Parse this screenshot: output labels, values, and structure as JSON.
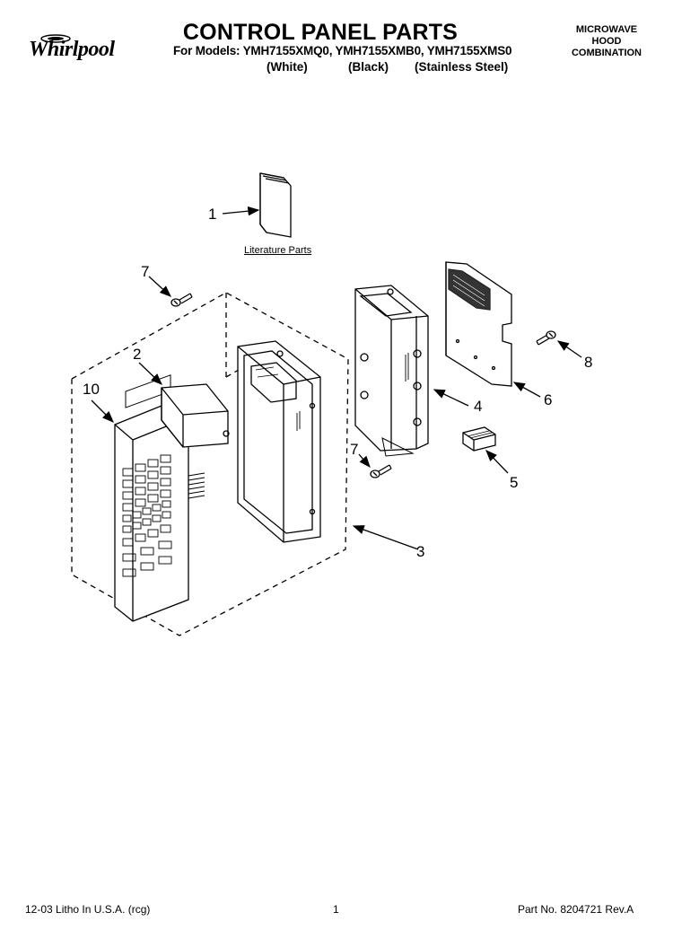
{
  "header": {
    "brand": "Whirlpool",
    "title": "CONTROL PANEL PARTS",
    "models_line": "For Models: YMH7155XMQ0, YMH7155XMB0, YMH7155XMS0",
    "color_white": "(White)",
    "color_black": "(Black)",
    "color_stainless": "(Stainless Steel)",
    "product_type_line1": "MICROWAVE",
    "product_type_line2": "HOOD",
    "product_type_line3": "COMBINATION"
  },
  "diagram": {
    "literature_label": "Literature Parts",
    "callouts": {
      "c1": "1",
      "c2": "2",
      "c3": "3",
      "c4": "4",
      "c5": "5",
      "c6": "6",
      "c7a": "7",
      "c7b": "7",
      "c8": "8",
      "c10": "10"
    }
  },
  "footer": {
    "litho": "12-03 Litho In U.S.A. (rcg)",
    "page": "1",
    "part_no": "Part No. 8204721 Rev.A"
  }
}
